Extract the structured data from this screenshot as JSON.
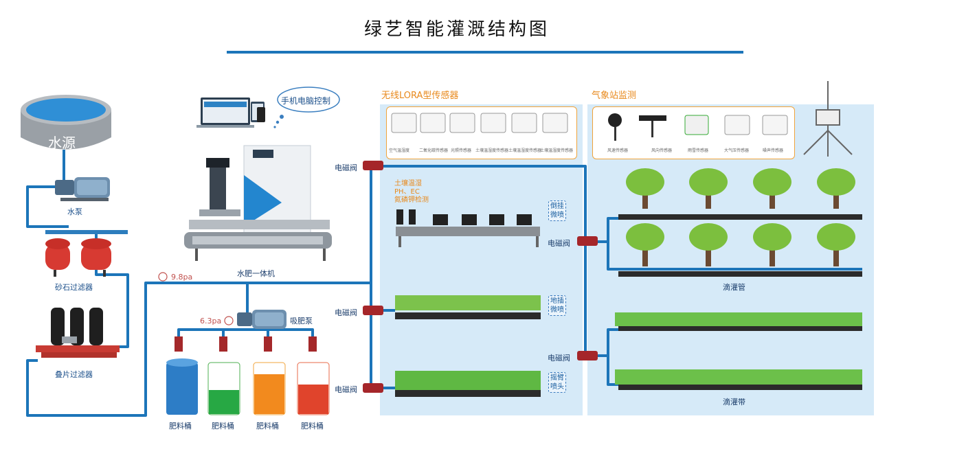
{
  "title": "绿艺智能灌溉结构图",
  "water_source": "水源",
  "pump": "水泵",
  "sand_filter": "砂石过滤器",
  "disc_filter": "叠片过滤器",
  "control_bubble": "手机电脑控制",
  "fertigation_machine": "水肥一体机",
  "pressure_main": "9.8pa",
  "pressure_fert": "6.3pa",
  "suction_pump": "吸肥泵",
  "tanks": [
    "肥料桶",
    "肥料桶",
    "肥料桶",
    "肥料桶"
  ],
  "lora_title": "无线LORA型传感器",
  "lora_sensors": [
    "空气温湿度",
    "二氧化碳传感器",
    "光照传感器",
    "土壤温湿度传感器",
    "土壤温湿度传感器",
    "土壤温湿度传感器"
  ],
  "soil_monitor": "土壤温湿\nPH、EC\n氮磷钾检测",
  "weather_title": "气象站监测",
  "weather_sensors": [
    "风速传感器",
    "风向传感器",
    "雨雪传感器",
    "大气压传感器",
    "噪声传感器"
  ],
  "valve": "电磁阀",
  "mode_inverted": "倒挂\n微喷",
  "mode_ground": "地插\n微喷",
  "mode_rocker": "摇臂\n喷头",
  "drip_pipe": "滴灌管",
  "drip_tape": "滴灌带",
  "colors": {
    "pipe": "#1c75b9",
    "accent": "#e8891c",
    "panel": "#d6eaf8"
  }
}
